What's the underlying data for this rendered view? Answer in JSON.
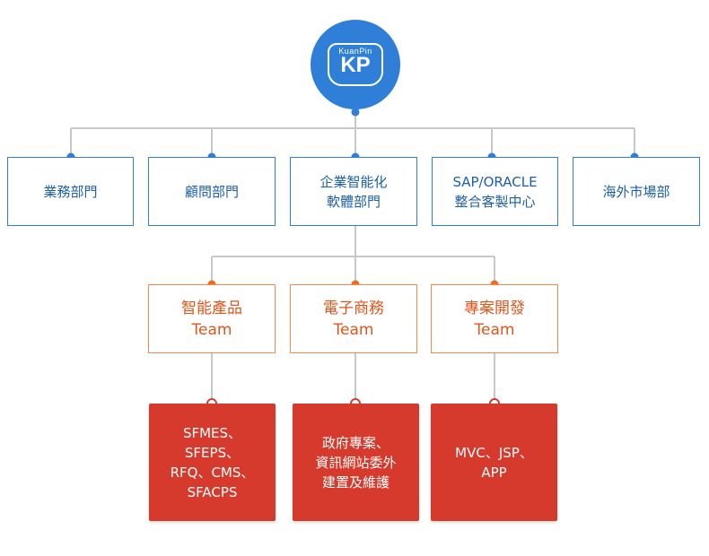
{
  "logo": {
    "small_text": "KuanPin",
    "big_text": "KP"
  },
  "departments": [
    {
      "lines": [
        "業務部門"
      ]
    },
    {
      "lines": [
        "顧問部門"
      ]
    },
    {
      "lines": [
        "企業智能化",
        "軟體部門"
      ]
    },
    {
      "lines": [
        "SAP/ORACLE",
        "整合客製中心"
      ]
    },
    {
      "lines": [
        "海外市場部"
      ]
    }
  ],
  "teams": [
    {
      "lines": [
        "智能產品",
        "Team"
      ]
    },
    {
      "lines": [
        "電子商務",
        "Team"
      ]
    },
    {
      "lines": [
        "專案開發",
        "Team"
      ]
    }
  ],
  "work_items": [
    {
      "lines": [
        "SFMES、",
        "SFEPS、",
        "RFQ、CMS、",
        "SFACPS"
      ]
    },
    {
      "lines": [
        "政府專案、",
        "資訊網站委外",
        "建置及維護"
      ]
    },
    {
      "lines": [
        "MVC、JSP、",
        "APP"
      ]
    }
  ],
  "colors": {
    "primary_blue": "#2f7fd8",
    "team_orange": "#f18a4b",
    "work_red": "#d63a2d",
    "connector_gray": "#c8c8c8"
  }
}
